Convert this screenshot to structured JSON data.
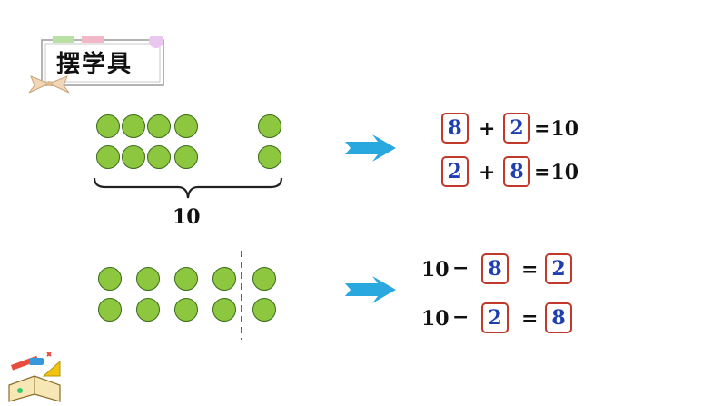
{
  "title": "摆学具",
  "top_group": {
    "brace_label": "10",
    "equations": [
      {
        "left": "8",
        "op": "+",
        "right": "2",
        "result": "=10"
      },
      {
        "left": "2",
        "op": "+",
        "right": "8",
        "result": "=10"
      }
    ]
  },
  "bottom_group": {
    "equations": [
      {
        "minuend": "10",
        "op": "−",
        "subtrahend": "8",
        "eq": "=",
        "result": "2"
      },
      {
        "minuend": "10",
        "op": "−",
        "subtrahend": "2",
        "eq": "=",
        "result": "8"
      }
    ]
  },
  "colors": {
    "dot_fill": "#8dc63f",
    "box_border": "#c0392b",
    "box_number": "#1f3fb0",
    "arrow": "#29a8e0",
    "divider": "#d6218e"
  }
}
